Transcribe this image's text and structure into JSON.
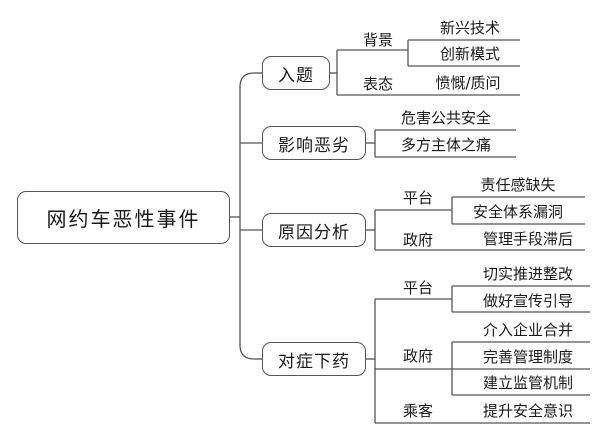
{
  "root": "网约车恶性事件",
  "branches": [
    {
      "title": "入题",
      "groups": [
        {
          "label": "背景",
          "items": [
            "新兴技术",
            "创新模式"
          ]
        },
        {
          "label": "表态",
          "items": [
            "愤慨/质问"
          ]
        }
      ]
    },
    {
      "title": "影响恶劣",
      "items": [
        "危害公共安全",
        "多方主体之痛"
      ]
    },
    {
      "title": "原因分析",
      "groups": [
        {
          "label": "平台",
          "items": [
            "责任感缺失",
            "安全体系漏洞"
          ]
        },
        {
          "label": "政府",
          "items": [
            "管理手段滞后"
          ]
        }
      ]
    },
    {
      "title": "对症下药",
      "groups": [
        {
          "label": "平台",
          "items": [
            "切实推进整改",
            "做好宣传引导"
          ]
        },
        {
          "label": "政府",
          "items": [
            "介入企业合并",
            "完善管理制度",
            "建立监管机制"
          ]
        },
        {
          "label": "乘客",
          "items": [
            "提升安全意识"
          ]
        }
      ]
    }
  ],
  "colors": {
    "line": "#555555",
    "text": "#1a1a1a"
  }
}
